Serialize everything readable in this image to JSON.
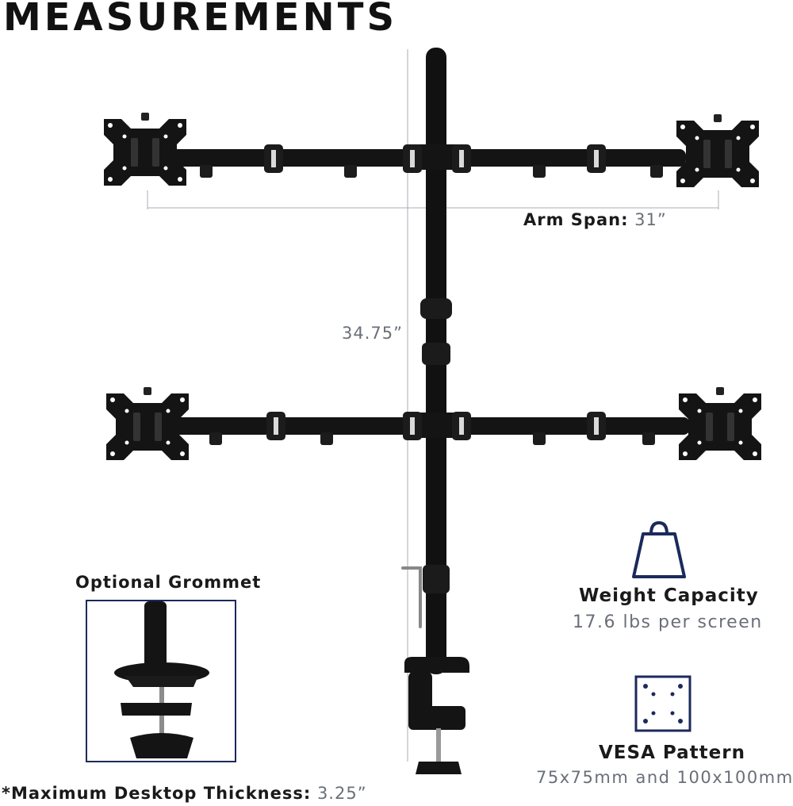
{
  "title": "MEASUREMENTS",
  "arm_span": {
    "label": "Arm Span:",
    "value": "31”"
  },
  "height": {
    "value": "34.75”"
  },
  "grommet": {
    "label": "Optional Grommet"
  },
  "weight_capacity": {
    "label": "Weight Capacity",
    "value": "17.6 lbs per screen",
    "icon": "weight-icon"
  },
  "vesa": {
    "label": "VESA Pattern",
    "value": "75x75mm and 100x100mm",
    "icon": "vesa-pattern-icon"
  },
  "thickness": {
    "label": "*Maximum Desktop Thickness:",
    "value": "3.25”"
  },
  "colors": {
    "accent": "#1b2a5c",
    "mount": "#111111",
    "muted_text": "#6a6f78"
  }
}
